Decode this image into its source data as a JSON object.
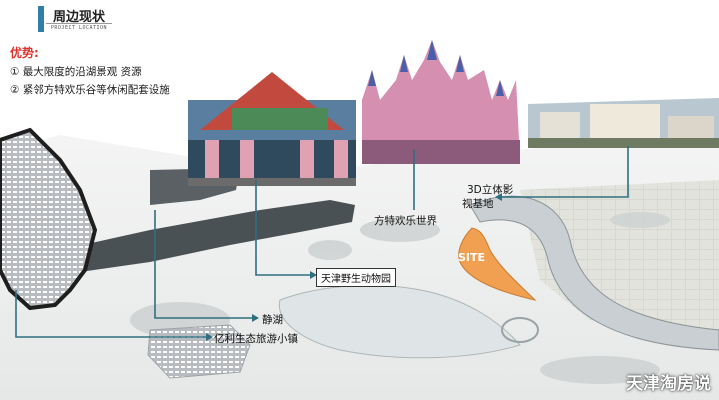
{
  "page": {
    "title": "周边现状",
    "title_sub": "PROJECT LOCATION"
  },
  "advantages": {
    "heading": "优势:",
    "items": [
      "① 最大限度的沿湖景观  资源",
      "② 紧邻方特欢乐谷等休闲配套设施"
    ]
  },
  "map_labels": {
    "film_base": "3D立体影",
    "film_base_2": "视基地",
    "fantawild": "方特欢乐世界",
    "zoo": "天津野生动物园",
    "lake": "静湖",
    "town": "亿利生态旅游小镇",
    "site": "SITE"
  },
  "colors": {
    "accent_red": "#e0322c",
    "leader_line": "#2f6f7f",
    "site_fill": "#f0a050"
  },
  "watermark": "天津淘房说"
}
